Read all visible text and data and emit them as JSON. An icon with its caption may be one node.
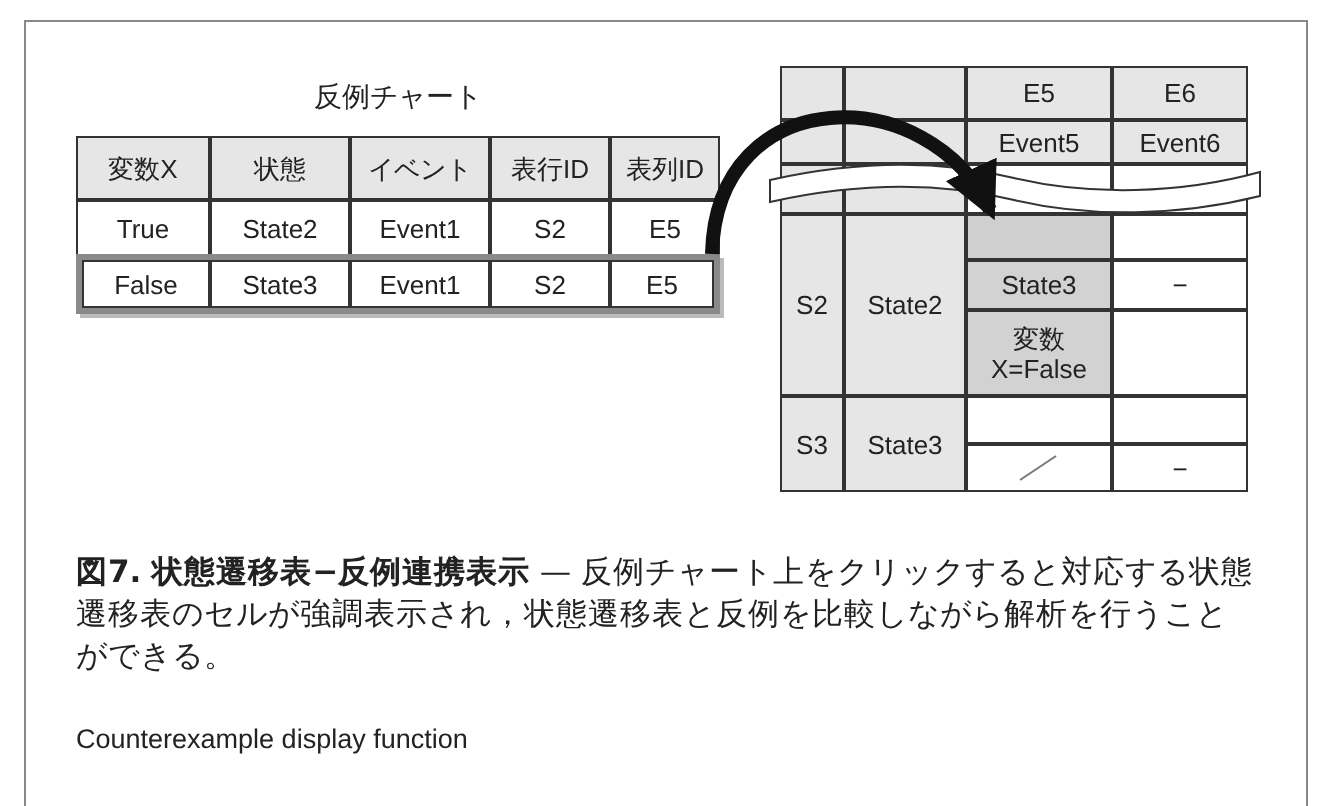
{
  "diagram": {
    "caption": "**図7. 状態遷移表−反例連携表示** — 反例チャート上をクリックすると対応する状態遷移表のセルが強調表示され，状態遷移表と反例を比較しながら解析を行うことができる。",
    "nodes": [
      {
        "text": [
          "反例チャート"
        ]
      },
      {
        "text": [],
        "shape": "box"
      },
      {
        "text": [],
        "shape": "box"
      }
    ],
    "edges": [
      {
        "from": 1,
        "to": 2,
        "arrow": "to"
      }
    ],
    "labels": [
      "変数X",
      "状態",
      "イベント",
      "表行ID",
      "表列ID",
      "True",
      "State2",
      "Event1",
      "S2",
      "E5",
      "False",
      "State3",
      "Event1",
      "S2",
      "E5",
      "E5",
      "E6",
      "Event5",
      "Event6",
      "S2",
      "State2",
      "State3",
      "−",
      "変数X=False",
      "S3",
      "State3",
      "−",
      "Counterexample display function"
    ]
  }
}
